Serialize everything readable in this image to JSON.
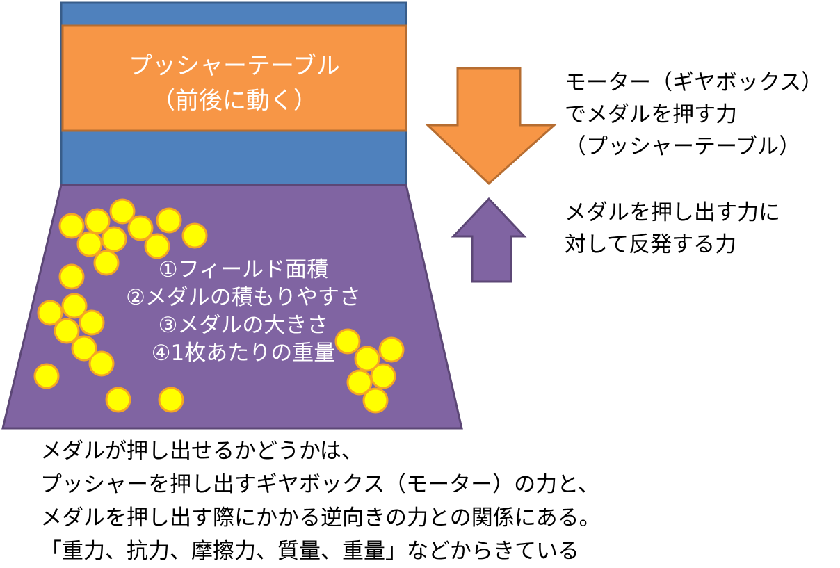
{
  "pusher": {
    "label_line1": "プッシャーテーブル",
    "label_line2": "（前後に動く）"
  },
  "field": {
    "factors": [
      "①フィールド面積",
      "②メダルの積もりやすさ",
      "③メダルの大きさ",
      "④1枚あたりの重量"
    ]
  },
  "push_force": {
    "lines": [
      "モーター（ギヤボックス）",
      "でメダルを押す力",
      "（プッシャーテーブル）"
    ]
  },
  "counter_force": {
    "lines": [
      "メダルを押し出す力に",
      "対して反発する力"
    ]
  },
  "bottom_text": {
    "lines": [
      "メダルが押し出せるかどうかは、",
      "プッシャーを押し出すギヤボックス（モーター）の力と、",
      "メダルを押し出す際にかかる逆向きの力との関係にある。",
      "「重力、抗力、摩擦力、質量、重量」などからきている"
    ]
  },
  "colors": {
    "blue": "#4f81bd",
    "orange": "#f79646",
    "purple": "#8064a2",
    "medal": "#ffff00",
    "medal_border": "#f5a623"
  }
}
